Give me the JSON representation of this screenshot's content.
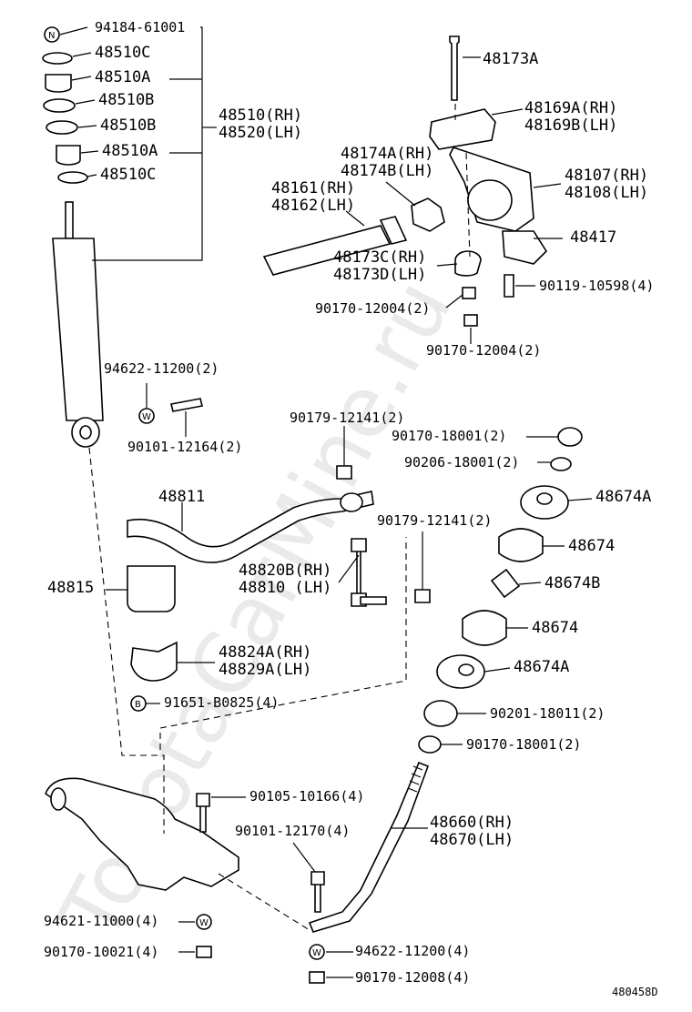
{
  "watermark": "ToyotaCarMine.ru",
  "diagram_code": "480458D",
  "badges": {
    "n": "N",
    "b": "B",
    "w": "W"
  },
  "labels": {
    "p94184": "94184-61001",
    "p48510c_1": "48510C",
    "p48510a_1": "48510A",
    "p48510b_1": "48510B",
    "p48510b_2": "48510B",
    "p48510a_2": "48510A",
    "p48510c_2": "48510C",
    "p48510_rh": "48510(RH)",
    "p48520_lh": "48520(LH)",
    "p94622_top": "94622-11200(2)",
    "p90101_12164": "90101-12164(2)",
    "p48173a": "48173A",
    "p48169a": "48169A(RH)",
    "p48169b": "48169B(LH)",
    "p48174a": "48174A(RH)",
    "p48174b": "48174B(LH)",
    "p48107": "48107(RH)",
    "p48108": "48108(LH)",
    "p48161": "48161(RH)",
    "p48162": "48162(LH)",
    "p48417": "48417",
    "p48173c": "48173C(RH)",
    "p48173d": "48173D(LH)",
    "p90119": "90119-10598(4)",
    "p90170_12004_a": "90170-12004(2)",
    "p90170_12004_b": "90170-12004(2)",
    "p90179_12141_a": "90179-12141(2)",
    "p90170_18001_a": "90170-18001(2)",
    "p90206": "90206-18001(2)",
    "p48811": "48811",
    "p48674a_1": "48674A",
    "p90179_12141_b": "90179-12141(2)",
    "p48674_1": "48674",
    "p48820b": "48820B(RH)",
    "p48810": "48810 (LH)",
    "p48815": "48815",
    "p48674b": "48674B",
    "p48674_2": "48674",
    "p48824a": "48824A(RH)",
    "p48829a": "48829A(LH)",
    "p48674a_2": "48674A",
    "p91651": "91651-B0825(4)",
    "p90201": "90201-18011(2)",
    "p90170_18001_b": "90170-18001(2)",
    "p90105": "90105-10166(4)",
    "p48660": "48660(RH)",
    "p48670": "48670(LH)",
    "p90101_12170": "90101-12170(4)",
    "p94621": "94621-11000(4)",
    "p94622_bot": "94622-11200(4)",
    "p90170_10021": "90170-10021(4)",
    "p90170_12008": "90170-12008(4)"
  }
}
